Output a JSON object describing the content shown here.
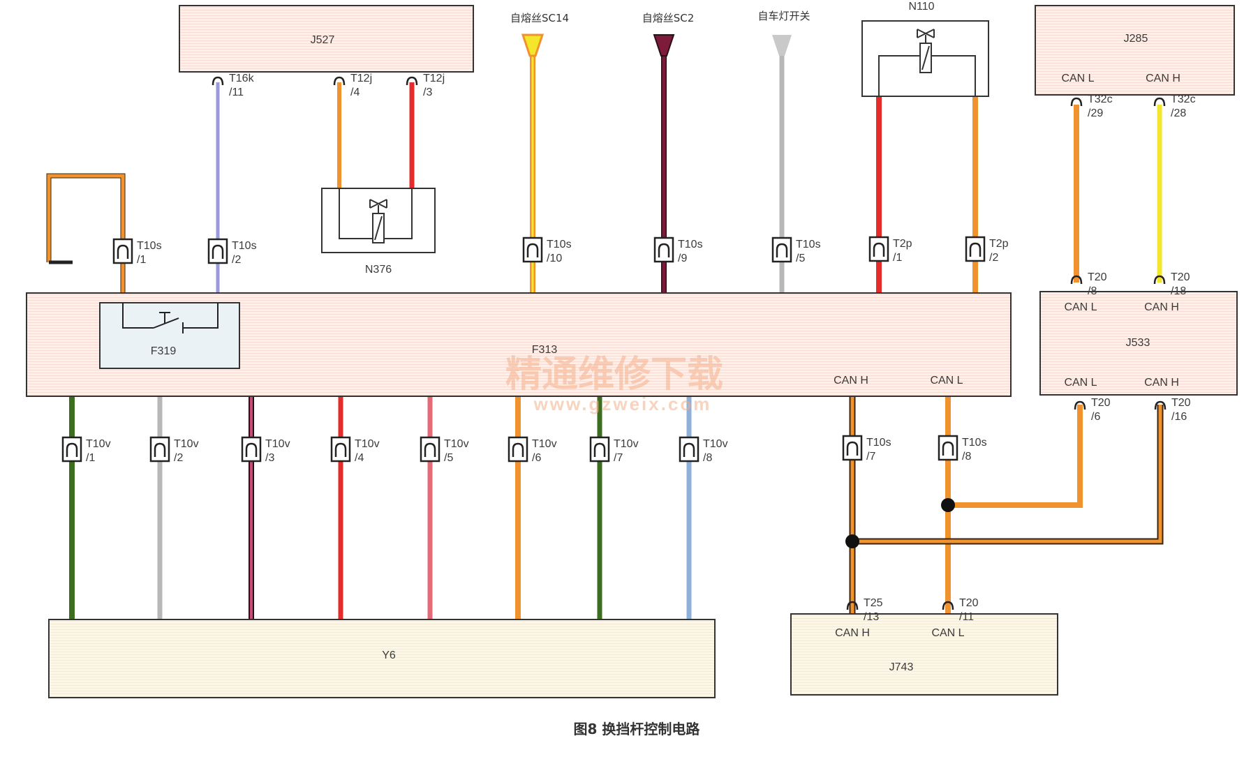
{
  "modules": {
    "j527": "J527",
    "j285": "J285",
    "j285_can_l": "CAN L",
    "j285_can_h": "CAN H",
    "n110": "N110",
    "n376": "N376",
    "f313": "F313",
    "f313_can_h": "CAN H",
    "f313_can_l": "CAN L",
    "f319": "F319",
    "j533": "J533",
    "j533_can_l_top": "CAN L",
    "j533_can_h_top": "CAN H",
    "j533_can_l_bottom": "CAN L",
    "j533_can_h_bottom": "CAN H",
    "y6": "Y6",
    "j743": "J743",
    "j743_can_h": "CAN H",
    "j743_can_l": "CAN L"
  },
  "sources": {
    "sc14": "自熔丝SC14",
    "sc2": "自熔丝SC2",
    "light_switch": "自车灯开关"
  },
  "pins": {
    "t16k_11": [
      "T16k",
      "/11"
    ],
    "t12j_4": [
      "T12j",
      "/4"
    ],
    "t12j_3": [
      "T12j",
      "/3"
    ],
    "t10s_1": [
      "T10s",
      "/1"
    ],
    "t10s_2": [
      "T10s",
      "/2"
    ],
    "t10s_10": [
      "T10s",
      "/10"
    ],
    "t10s_9": [
      "T10s",
      "/9"
    ],
    "t10s_5": [
      "T10s",
      "/5"
    ],
    "t2p_1": [
      "T2p",
      "/1"
    ],
    "t2p_2": [
      "T2p",
      "/2"
    ],
    "t32c_29": [
      "T32c",
      "/29"
    ],
    "t32c_28": [
      "T32c",
      "/28"
    ],
    "t20_8": [
      "T20",
      "/8"
    ],
    "t20_18": [
      "T20",
      "/18"
    ],
    "t20_6": [
      "T20",
      "/6"
    ],
    "t20_16": [
      "T20",
      "/16"
    ],
    "t10v_1": [
      "T10v",
      "/1"
    ],
    "t10v_2": [
      "T10v",
      "/2"
    ],
    "t10v_3": [
      "T10v",
      "/3"
    ],
    "t10v_4": [
      "T10v",
      "/4"
    ],
    "t10v_5": [
      "T10v",
      "/5"
    ],
    "t10v_6": [
      "T10v",
      "/6"
    ],
    "t10v_7": [
      "T10v",
      "/7"
    ],
    "t10v_8": [
      "T10v",
      "/8"
    ],
    "t10s_7": [
      "T10s",
      "/7"
    ],
    "t10s_8": [
      "T10s",
      "/8"
    ],
    "t25_13": [
      "T25",
      "/13"
    ],
    "t20_11": [
      "T20",
      "/11"
    ]
  },
  "watermark": {
    "line1": "精通维修下载",
    "line2": "www.gzweix.com"
  },
  "caption": "图8  换挡杆控制电路",
  "colors": {
    "block_fill": "#fbe9e4",
    "block_fill_light": "#fbf6ec",
    "f319_fill": "#eaf2f6",
    "orange": "#f0922e",
    "red": "#e62b2b",
    "dark_red": "#7e1b3a",
    "green": "#3d6e1f",
    "grey": "#b8b8b8",
    "blue": "#8fb0d8",
    "lilac": "#9a9adc",
    "yellow": "#f4e62a",
    "pink": "#e46a78",
    "brown": "#3a2410"
  }
}
